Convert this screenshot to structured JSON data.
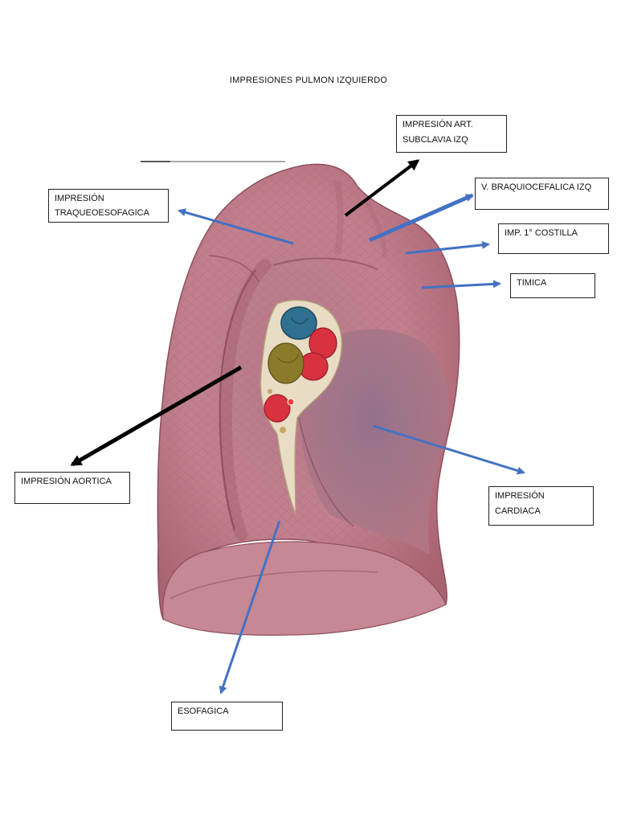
{
  "title": "IMPRESIONES PULMON IZQUIERDO",
  "labels": {
    "subclavia": "IMPRESIÓN ART.\nSUBCLAVIA IZQ",
    "braquiocefalica": "V. BRAQUIOCEFALICA IZQ",
    "traqueoesofagica": "IMPRESIÓN\nTRAQUEOESOFAGICA",
    "costilla": "IMP. 1° COSTILLA",
    "timica": "TIMICA",
    "aortica": "IMPRESIÓN AORTICA",
    "cardiaca": "IMPRESIÓN\nCARDIACA",
    "esofagica": "ESOFAGICA"
  },
  "colors": {
    "blue_arrow": "#4472c4",
    "black_arrow": "#000000",
    "lung": "#c07c89",
    "lung_dark": "#9a5663",
    "hilum_blue": "#2f6f8f",
    "hilum_red": "#d8313f",
    "hilum_olive": "#8a7a2a"
  }
}
